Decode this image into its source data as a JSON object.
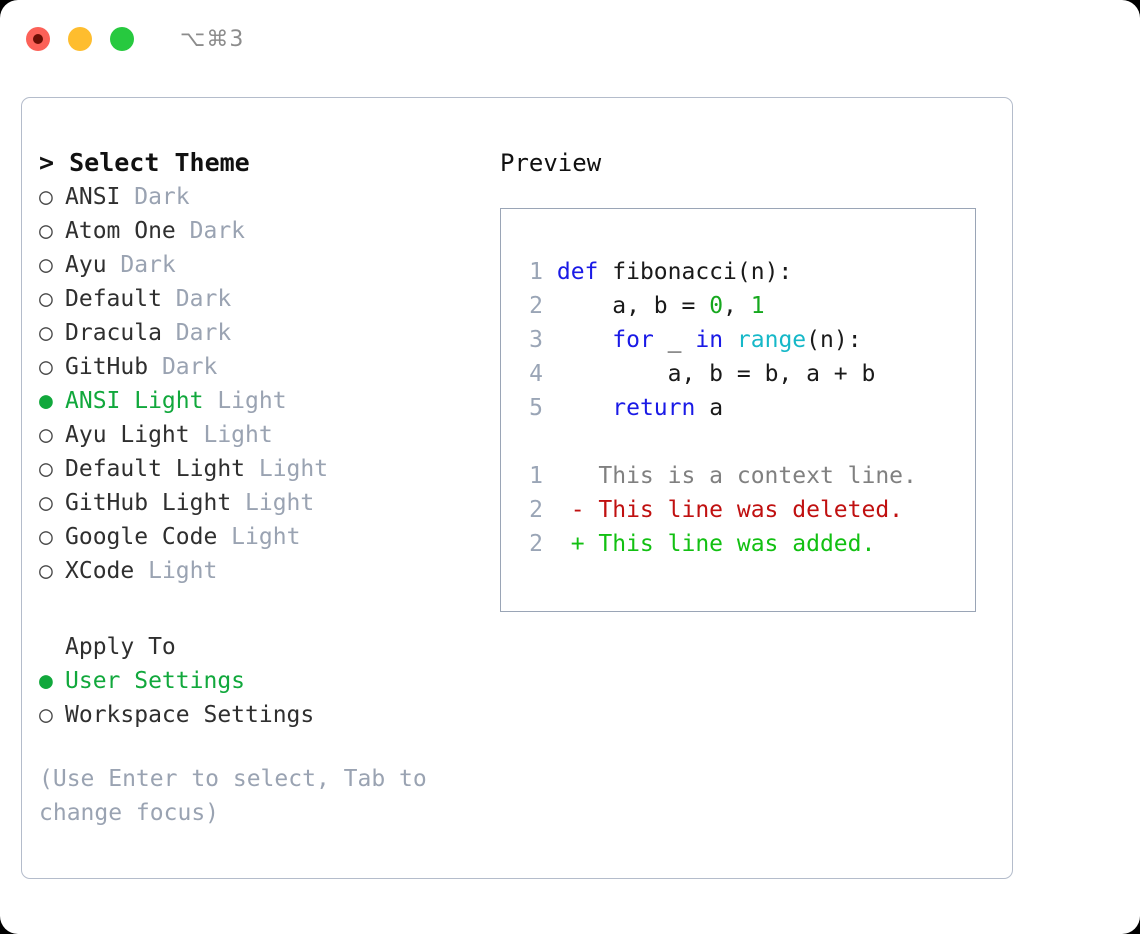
{
  "window": {
    "shortcut": "⌥⌘3",
    "traffic_lights": [
      {
        "name": "close-button",
        "color": "#fc6158"
      },
      {
        "name": "minimize-button",
        "color": "#febd2e"
      },
      {
        "name": "maximize-button",
        "color": "#27c93f"
      }
    ]
  },
  "theme_selector": {
    "heading": "> Select Theme",
    "items": [
      {
        "bullet": "○",
        "name": "ANSI",
        "tag": "Dark",
        "selected": false
      },
      {
        "bullet": "○",
        "name": "Atom One",
        "tag": "Dark",
        "selected": false
      },
      {
        "bullet": "○",
        "name": "Ayu",
        "tag": "Dark",
        "selected": false
      },
      {
        "bullet": "○",
        "name": "Default",
        "tag": "Dark",
        "selected": false
      },
      {
        "bullet": "○",
        "name": "Dracula",
        "tag": "Dark",
        "selected": false
      },
      {
        "bullet": "○",
        "name": "GitHub",
        "tag": "Dark",
        "selected": false
      },
      {
        "bullet": "●",
        "name": "ANSI Light",
        "tag": "Light",
        "selected": true
      },
      {
        "bullet": "○",
        "name": "Ayu Light",
        "tag": "Light",
        "selected": false
      },
      {
        "bullet": "○",
        "name": "Default Light",
        "tag": "Light",
        "selected": false
      },
      {
        "bullet": "○",
        "name": "GitHub Light",
        "tag": "Light",
        "selected": false
      },
      {
        "bullet": "○",
        "name": "Google Code",
        "tag": "Light",
        "selected": false
      },
      {
        "bullet": "○",
        "name": "XCode",
        "tag": "Light",
        "selected": false
      }
    ]
  },
  "apply_to": {
    "label": "Apply To",
    "options": [
      {
        "bullet": "●",
        "name": "User Settings",
        "selected": true
      },
      {
        "bullet": "○",
        "name": "Workspace Settings",
        "selected": false
      }
    ]
  },
  "hint": {
    "line1": "(Use Enter to select, Tab to",
    "line2": "change focus)"
  },
  "preview": {
    "title": "Preview",
    "code_lines": [
      {
        "num": "1",
        "segments": [
          {
            "t": "def",
            "c": "kw"
          },
          {
            "t": " fibonacci(n):",
            "c": "txt"
          }
        ]
      },
      {
        "num": "2",
        "segments": [
          {
            "t": "    a, b = ",
            "c": "txt"
          },
          {
            "t": "0",
            "c": "num"
          },
          {
            "t": ", ",
            "c": "txt"
          },
          {
            "t": "1",
            "c": "num"
          }
        ]
      },
      {
        "num": "3",
        "segments": [
          {
            "t": "    ",
            "c": "txt"
          },
          {
            "t": "for",
            "c": "kw"
          },
          {
            "t": " _ ",
            "c": "txt"
          },
          {
            "t": "in",
            "c": "kw"
          },
          {
            "t": " ",
            "c": "txt"
          },
          {
            "t": "range",
            "c": "fn"
          },
          {
            "t": "(n):",
            "c": "txt"
          }
        ]
      },
      {
        "num": "4",
        "segments": [
          {
            "t": "        a, b = b, a + b",
            "c": "txt"
          }
        ]
      },
      {
        "num": "5",
        "segments": [
          {
            "t": "    ",
            "c": "txt"
          },
          {
            "t": "return",
            "c": "kw"
          },
          {
            "t": " a",
            "c": "txt"
          }
        ]
      }
    ],
    "diff_lines": [
      {
        "num": "1",
        "prefix": "  ",
        "text": "This is a context line.",
        "kind": "ctx"
      },
      {
        "num": "2",
        "prefix": "- ",
        "text": "This line was deleted.",
        "kind": "del"
      },
      {
        "num": "2",
        "prefix": "+ ",
        "text": "This line was added.",
        "kind": "add"
      }
    ]
  },
  "colors": {
    "accent_green": "#11a83c",
    "muted": "#9aa3b2",
    "keyword_blue": "#1a1ae6",
    "function_cyan": "#16b8c8",
    "number_green": "#16a81e",
    "diff_delete_red": "#c01010",
    "diff_add_green": "#12c012",
    "border": "#b4bccb"
  }
}
